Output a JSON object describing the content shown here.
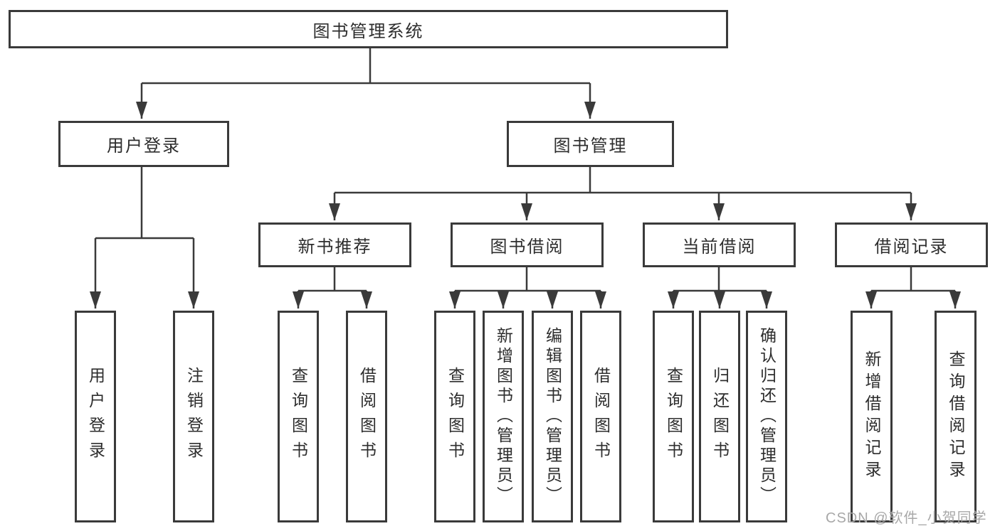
{
  "tree": {
    "root": {
      "label": "图书管理系统"
    },
    "branches": [
      {
        "label": "用户登录",
        "children": [
          {
            "label": "用户登录"
          },
          {
            "label": "注销登录"
          }
        ]
      },
      {
        "label": "图书管理",
        "children": [
          {
            "label": "新书推荐",
            "children": [
              {
                "label": "查询图书"
              },
              {
                "label": "借阅图书"
              }
            ]
          },
          {
            "label": "图书借阅",
            "children": [
              {
                "label": "查询图书"
              },
              {
                "label": "新增图书（管理员）"
              },
              {
                "label": "编辑图书（管理员）"
              },
              {
                "label": "借阅图书"
              }
            ]
          },
          {
            "label": "当前借阅",
            "children": [
              {
                "label": "查询图书"
              },
              {
                "label": "归还图书"
              },
              {
                "label": "确认归还（管理员）"
              }
            ]
          },
          {
            "label": "借阅记录",
            "children": [
              {
                "label": "新增借阅记录"
              },
              {
                "label": "查询借阅记录"
              }
            ]
          }
        ]
      }
    ]
  },
  "watermark": "CSDN @软件_小贺同学",
  "colors": {
    "line": "#3a3a3a",
    "box_border": "#3a3a3a",
    "text": "#2d2d2d",
    "watermark": "#a8a8a8",
    "background": "#ffffff"
  }
}
